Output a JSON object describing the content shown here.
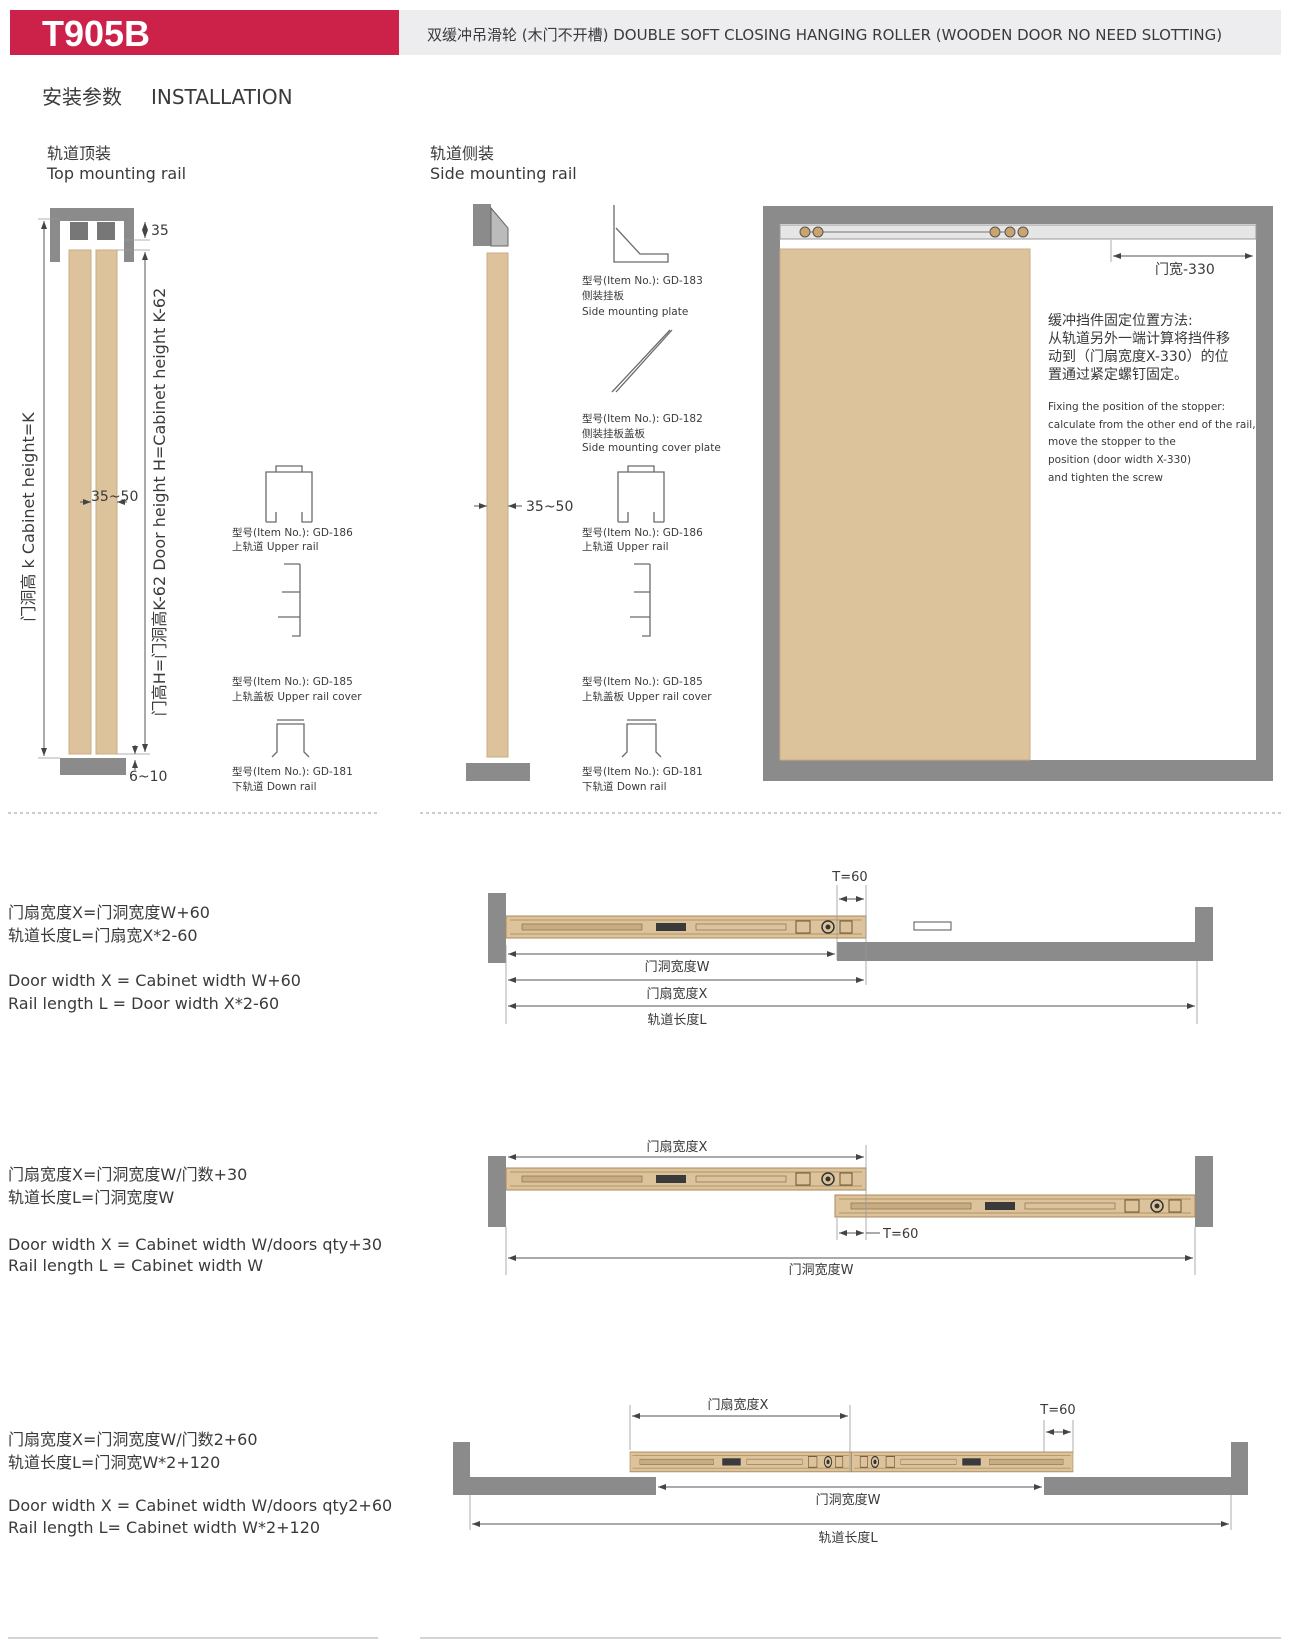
{
  "header": {
    "model": "T905B",
    "subtitle": "双缓冲吊滑轮 (木门不开槽)   DOUBLE SOFT CLOSING HANGING ROLLER (WOODEN DOOR NO NEED SLOTTING)"
  },
  "section_title": {
    "zh": "安装参数",
    "en": "INSTALLATION"
  },
  "top_mount": {
    "zh": "轨道顶装",
    "en": "Top mounting rail"
  },
  "side_mount": {
    "zh": "轨道侧装",
    "en": "Side mounting rail"
  },
  "dims": {
    "cabinet_height": "门洞高 k  Cabinet height=K",
    "door_height": "门高H=门洞高K-62   Door height H=Cabinet height K-62",
    "top_gap": "35",
    "door_gap": "35~50",
    "bottom_gap": "6~10",
    "side_gap": "35~50"
  },
  "profiles_top": [
    {
      "item": "型号(Item No.): GD-186",
      "name": "上轨道 Upper rail"
    },
    {
      "item": "型号(Item No.): GD-185",
      "name": "上轨盖板 Upper rail cover"
    },
    {
      "item": "型号(Item No.): GD-181",
      "name": "下轨道 Down rail"
    }
  ],
  "profiles_side": [
    {
      "item": "型号(Item No.): GD-183",
      "zh": "侧装挂板",
      "en": "Side mounting plate"
    },
    {
      "item": "型号(Item No.): GD-182",
      "zh": "侧装挂板盖板",
      "en": "Side mounting cover plate"
    },
    {
      "item": "型号(Item No.): GD-186",
      "name": "上轨道 Upper rail"
    },
    {
      "item": "型号(Item No.): GD-185",
      "name": "上轨盖板 Upper rail cover"
    },
    {
      "item": "型号(Item No.): GD-181",
      "name": "下轨道 Down rail"
    }
  ],
  "stopper": {
    "dim": "门宽-330",
    "zh": [
      "缓冲挡件固定位置方法:",
      "从轨道另外一端计算将挡件移",
      "动到（门扇宽度X-330）的位",
      "置通过紧定螺钉固定。"
    ],
    "en": [
      "Fixing the position of the stopper:",
      "calculate from the other end of the rail,",
      "move the stopper to the",
      "position (door width X-330)",
      "and tighten the screw"
    ]
  },
  "sections": [
    {
      "zh": [
        "门扇宽度X=门洞宽度W+60",
        "轨道长度L=门扇宽X*2-60"
      ],
      "en": [
        "Door width X = Cabinet width W+60",
        "Rail length L = Door width X*2-60"
      ],
      "t": "T=60",
      "w": "门洞宽度W",
      "x": "门扇宽度X",
      "l": "轨道长度L"
    },
    {
      "zh": [
        "门扇宽度X=门洞宽度W/门数+30",
        "轨道长度L=门洞宽度W"
      ],
      "en": [
        "Door width X = Cabinet width W/doors qty+30",
        "Rail length L = Cabinet width W"
      ],
      "t": "T=60",
      "w": "门洞宽度W",
      "x": "门扇宽度X"
    },
    {
      "zh": [
        "门扇宽度X=门洞宽度W/门数2+60",
        "轨道长度L=门洞宽W*2+120"
      ],
      "en": [
        "Door width X = Cabinet width W/doors qty2+60",
        "Rail length L= Cabinet width W*2+120"
      ],
      "t": "T=60",
      "w": "门洞宽度W",
      "x": "门扇宽度X",
      "l": "轨道长度L"
    }
  ],
  "colors": {
    "brand": "#cc2149",
    "header_bg": "#ededef",
    "wall": "#8b8b8b",
    "door": "#dcc39b"
  }
}
